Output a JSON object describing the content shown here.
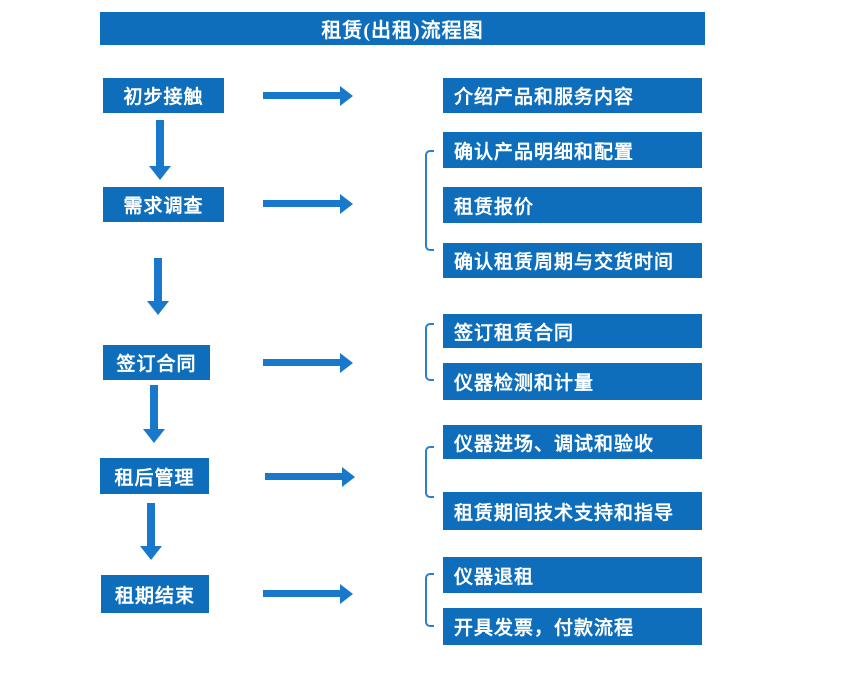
{
  "title": "租赁(出租)流程图",
  "colors": {
    "box_blue": "#0E6EBC",
    "arrow_blue": "#1878CC",
    "bracket_blue": "#2B7FD0",
    "text_white": "#FFFFFF",
    "background": "#FFFFFF"
  },
  "steps": [
    {
      "label": "初步接触"
    },
    {
      "label": "需求调查"
    },
    {
      "label": "签订合同"
    },
    {
      "label": "租后管理"
    },
    {
      "label": "租期结束"
    }
  ],
  "detail_groups": [
    {
      "items": [
        "介绍产品和服务内容"
      ]
    },
    {
      "items": [
        "确认产品明细和配置",
        "租赁报价",
        "确认租赁周期与交货时间"
      ]
    },
    {
      "items": [
        "签订租赁合同",
        "仪器检测和计量"
      ]
    },
    {
      "items": [
        "仪器进场、调试和验收",
        "租赁期间技术支持和指导"
      ]
    },
    {
      "items": [
        "仪器退租",
        "开具发票，付款流程"
      ]
    }
  ],
  "connections": [
    {
      "from": "初步接触",
      "to_group": 0
    },
    {
      "from": "需求调查",
      "to_group": 1
    },
    {
      "from": "签订合同",
      "to_group": 2
    },
    {
      "from": "租后管理",
      "to_group": 3
    },
    {
      "from": "租期结束",
      "to_group": 4
    }
  ]
}
